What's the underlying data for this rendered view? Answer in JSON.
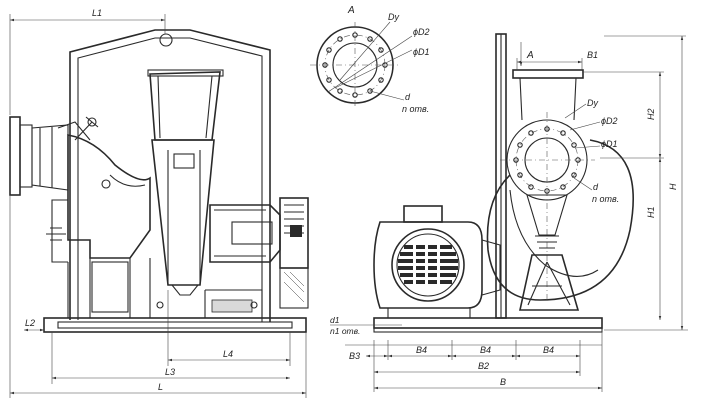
{
  "view_a_label": "A",
  "side_view_arrow_label": "A",
  "flange_labels": {
    "dy": "Dy",
    "d2": "ϕD2",
    "d1": "ϕD1",
    "d": "d",
    "holes": "n отв."
  },
  "front_dims": {
    "l1": "L1",
    "l2": "L2",
    "l4": "L4",
    "l3": "L3",
    "l": "L"
  },
  "side_dims": {
    "b1": "B1",
    "h2": "H2",
    "h": "H",
    "h1": "H1",
    "d1": "d1",
    "n1": "n1 отв.",
    "b3": "B3",
    "b4_1": "B4",
    "b4_2": "B4",
    "b4_3": "B4",
    "b2": "B2",
    "b": "B"
  }
}
